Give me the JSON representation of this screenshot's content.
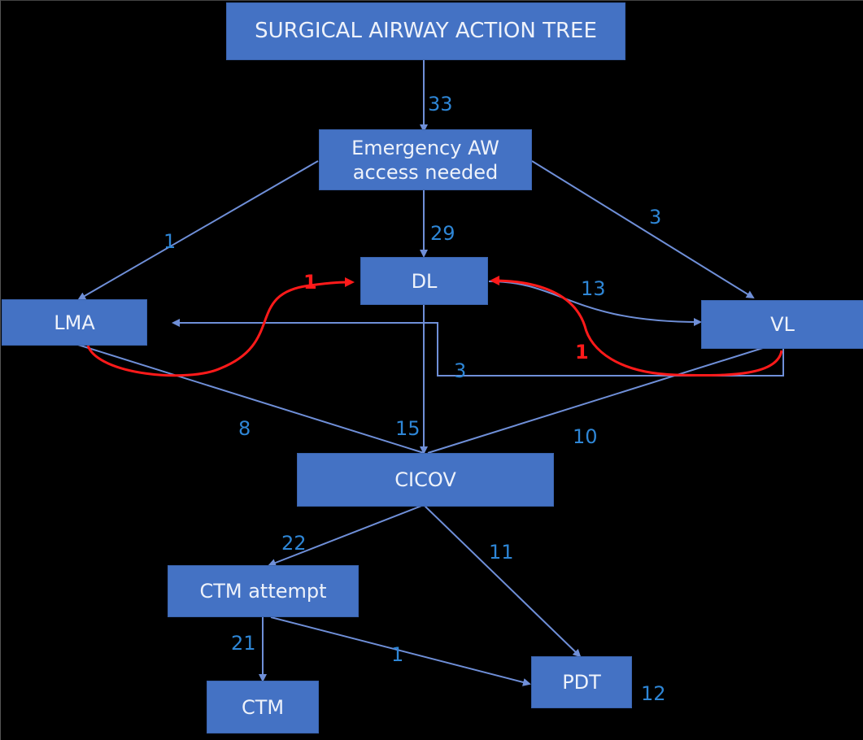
{
  "title": "SURGICAL AIRWAY ACTION TREE",
  "colors": {
    "node_fill": "#4472c4",
    "edge": "#6f8fd8",
    "label": "#2e86d6",
    "highlight": "#ff1a1a",
    "background": "#000000"
  },
  "nodes": {
    "title": "SURGICAL AIRWAY ACTION TREE",
    "emergency": "Emergency AW\naccess needed",
    "dl": "DL",
    "lma": "LMA",
    "vl": "VL",
    "cicov": "CICOV",
    "ctm_attempt": "CTM attempt",
    "ctm": "CTM",
    "pdt": "PDT"
  },
  "edges": [
    {
      "from": "title",
      "to": "emergency",
      "label": "33",
      "color": "blue"
    },
    {
      "from": "emergency",
      "to": "lma",
      "label": "1",
      "color": "blue"
    },
    {
      "from": "emergency",
      "to": "dl",
      "label": "29",
      "color": "blue"
    },
    {
      "from": "emergency",
      "to": "vl",
      "label": "3",
      "color": "blue"
    },
    {
      "from": "dl",
      "to": "vl",
      "label": "13",
      "color": "blue"
    },
    {
      "from": "lma",
      "to": "dl",
      "label": "1",
      "color": "red"
    },
    {
      "from": "vl",
      "to": "dl",
      "label": "1",
      "color": "red"
    },
    {
      "from": "vl",
      "to": "lma",
      "label": "3",
      "color": "blue"
    },
    {
      "from": "lma",
      "to": "cicov",
      "label": "8",
      "color": "blue"
    },
    {
      "from": "dl",
      "to": "cicov",
      "label": "15",
      "color": "blue"
    },
    {
      "from": "vl",
      "to": "cicov",
      "label": "10",
      "color": "blue"
    },
    {
      "from": "cicov",
      "to": "ctm_attempt",
      "label": "22",
      "color": "blue"
    },
    {
      "from": "cicov",
      "to": "pdt",
      "label": "11",
      "color": "blue"
    },
    {
      "from": "ctm_attempt",
      "to": "ctm",
      "label": "21",
      "color": "blue"
    },
    {
      "from": "ctm_attempt",
      "to": "pdt",
      "label": "1",
      "color": "blue"
    }
  ],
  "totals": {
    "pdt": "12"
  }
}
